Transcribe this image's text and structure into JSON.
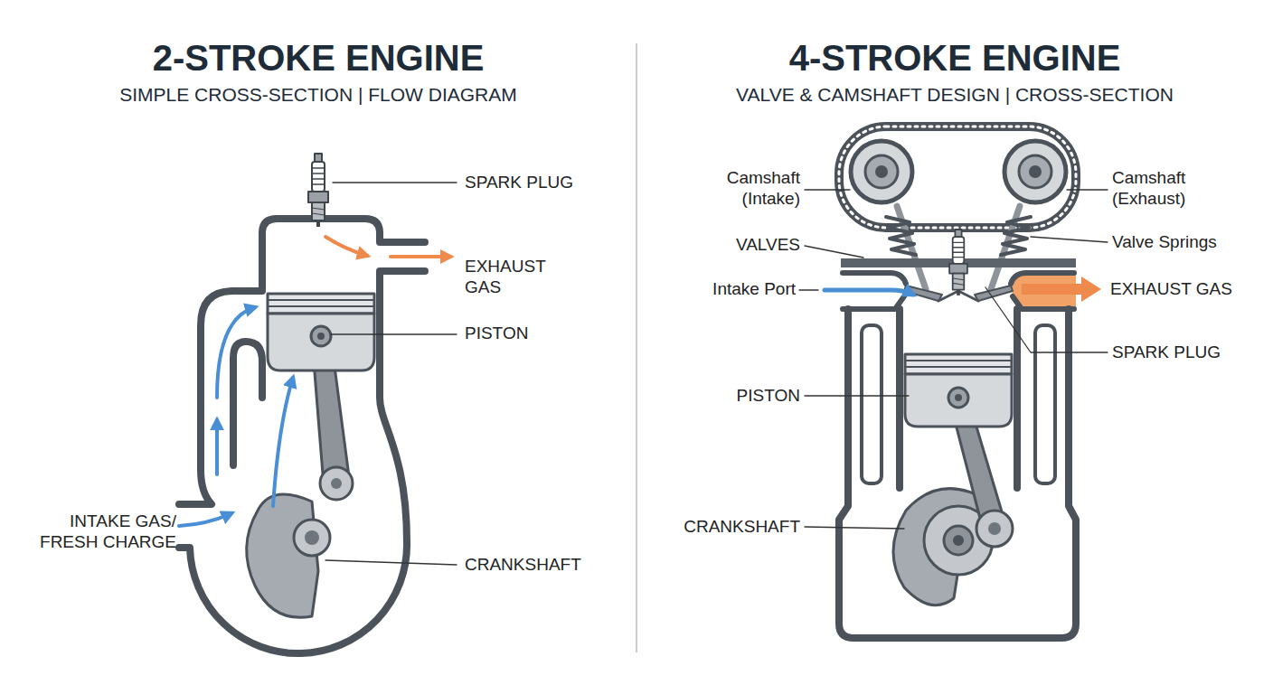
{
  "diagram": {
    "labels": [
      "2-STROKE ENGINE",
      "SIMPLE CROSS-SECTION | FLOW DIAGRAM",
      "4-STROKE ENGINE",
      "VALVE & CAMSHAFT DESIGN | CROSS-SECTION",
      "SPARK PLUG",
      "EXHAUST GAS",
      "PISTON",
      "INTAKE GAS/ FRESH CHARGE",
      "CRANKSHAFT",
      "Camshaft (Intake)",
      "Camshaft (Exhaust)",
      "VALVES",
      "Valve Springs",
      "Intake Port",
      "EXHAUST GAS",
      "SPARK PLUG",
      "PISTON",
      "CRANKSHAFT"
    ]
  }
}
